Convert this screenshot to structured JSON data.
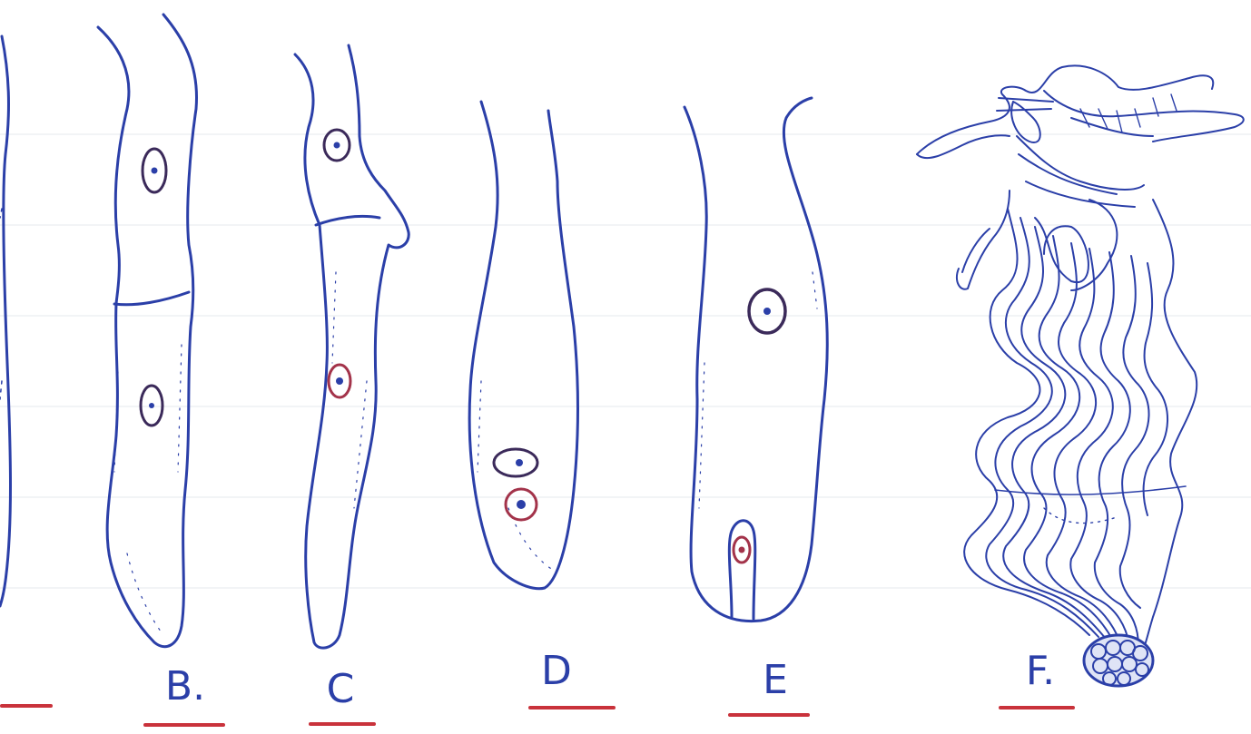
{
  "colors": {
    "ink_blue": "#2b3fa8",
    "nucleus_dark": "#3b2a5a",
    "nucleus_red": "#a3334a",
    "underline_red": "#c9323b",
    "paper": "#ffffff",
    "rule_line": "#eef0f4"
  },
  "panels": [
    {
      "id": "A",
      "label": ""
    },
    {
      "id": "B",
      "label": "B."
    },
    {
      "id": "C",
      "label": "C"
    },
    {
      "id": "D",
      "label": "D"
    },
    {
      "id": "E",
      "label": "E"
    },
    {
      "id": "F",
      "label": "F."
    }
  ]
}
